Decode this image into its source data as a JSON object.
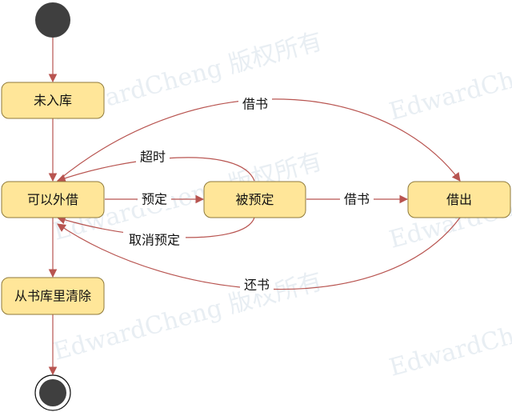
{
  "states": {
    "not_stored": "未入库",
    "available": "可以外借",
    "reserved": "被预定",
    "borrowed": "借出",
    "removed": "从书库里清除"
  },
  "transitions": {
    "borrow_direct": "借书",
    "timeout": "超时",
    "reserve": "预定",
    "borrow_reserved": "借书",
    "cancel_reserve": "取消预定",
    "return_book": "还书"
  },
  "watermark": "EdwardCheng 版权所有",
  "colors": {
    "state_fill": "#ffe699",
    "state_stroke": "#8f7a3b",
    "edge": "#b85450",
    "node": "#3f3f3f",
    "watermark": "#e8eef3"
  }
}
